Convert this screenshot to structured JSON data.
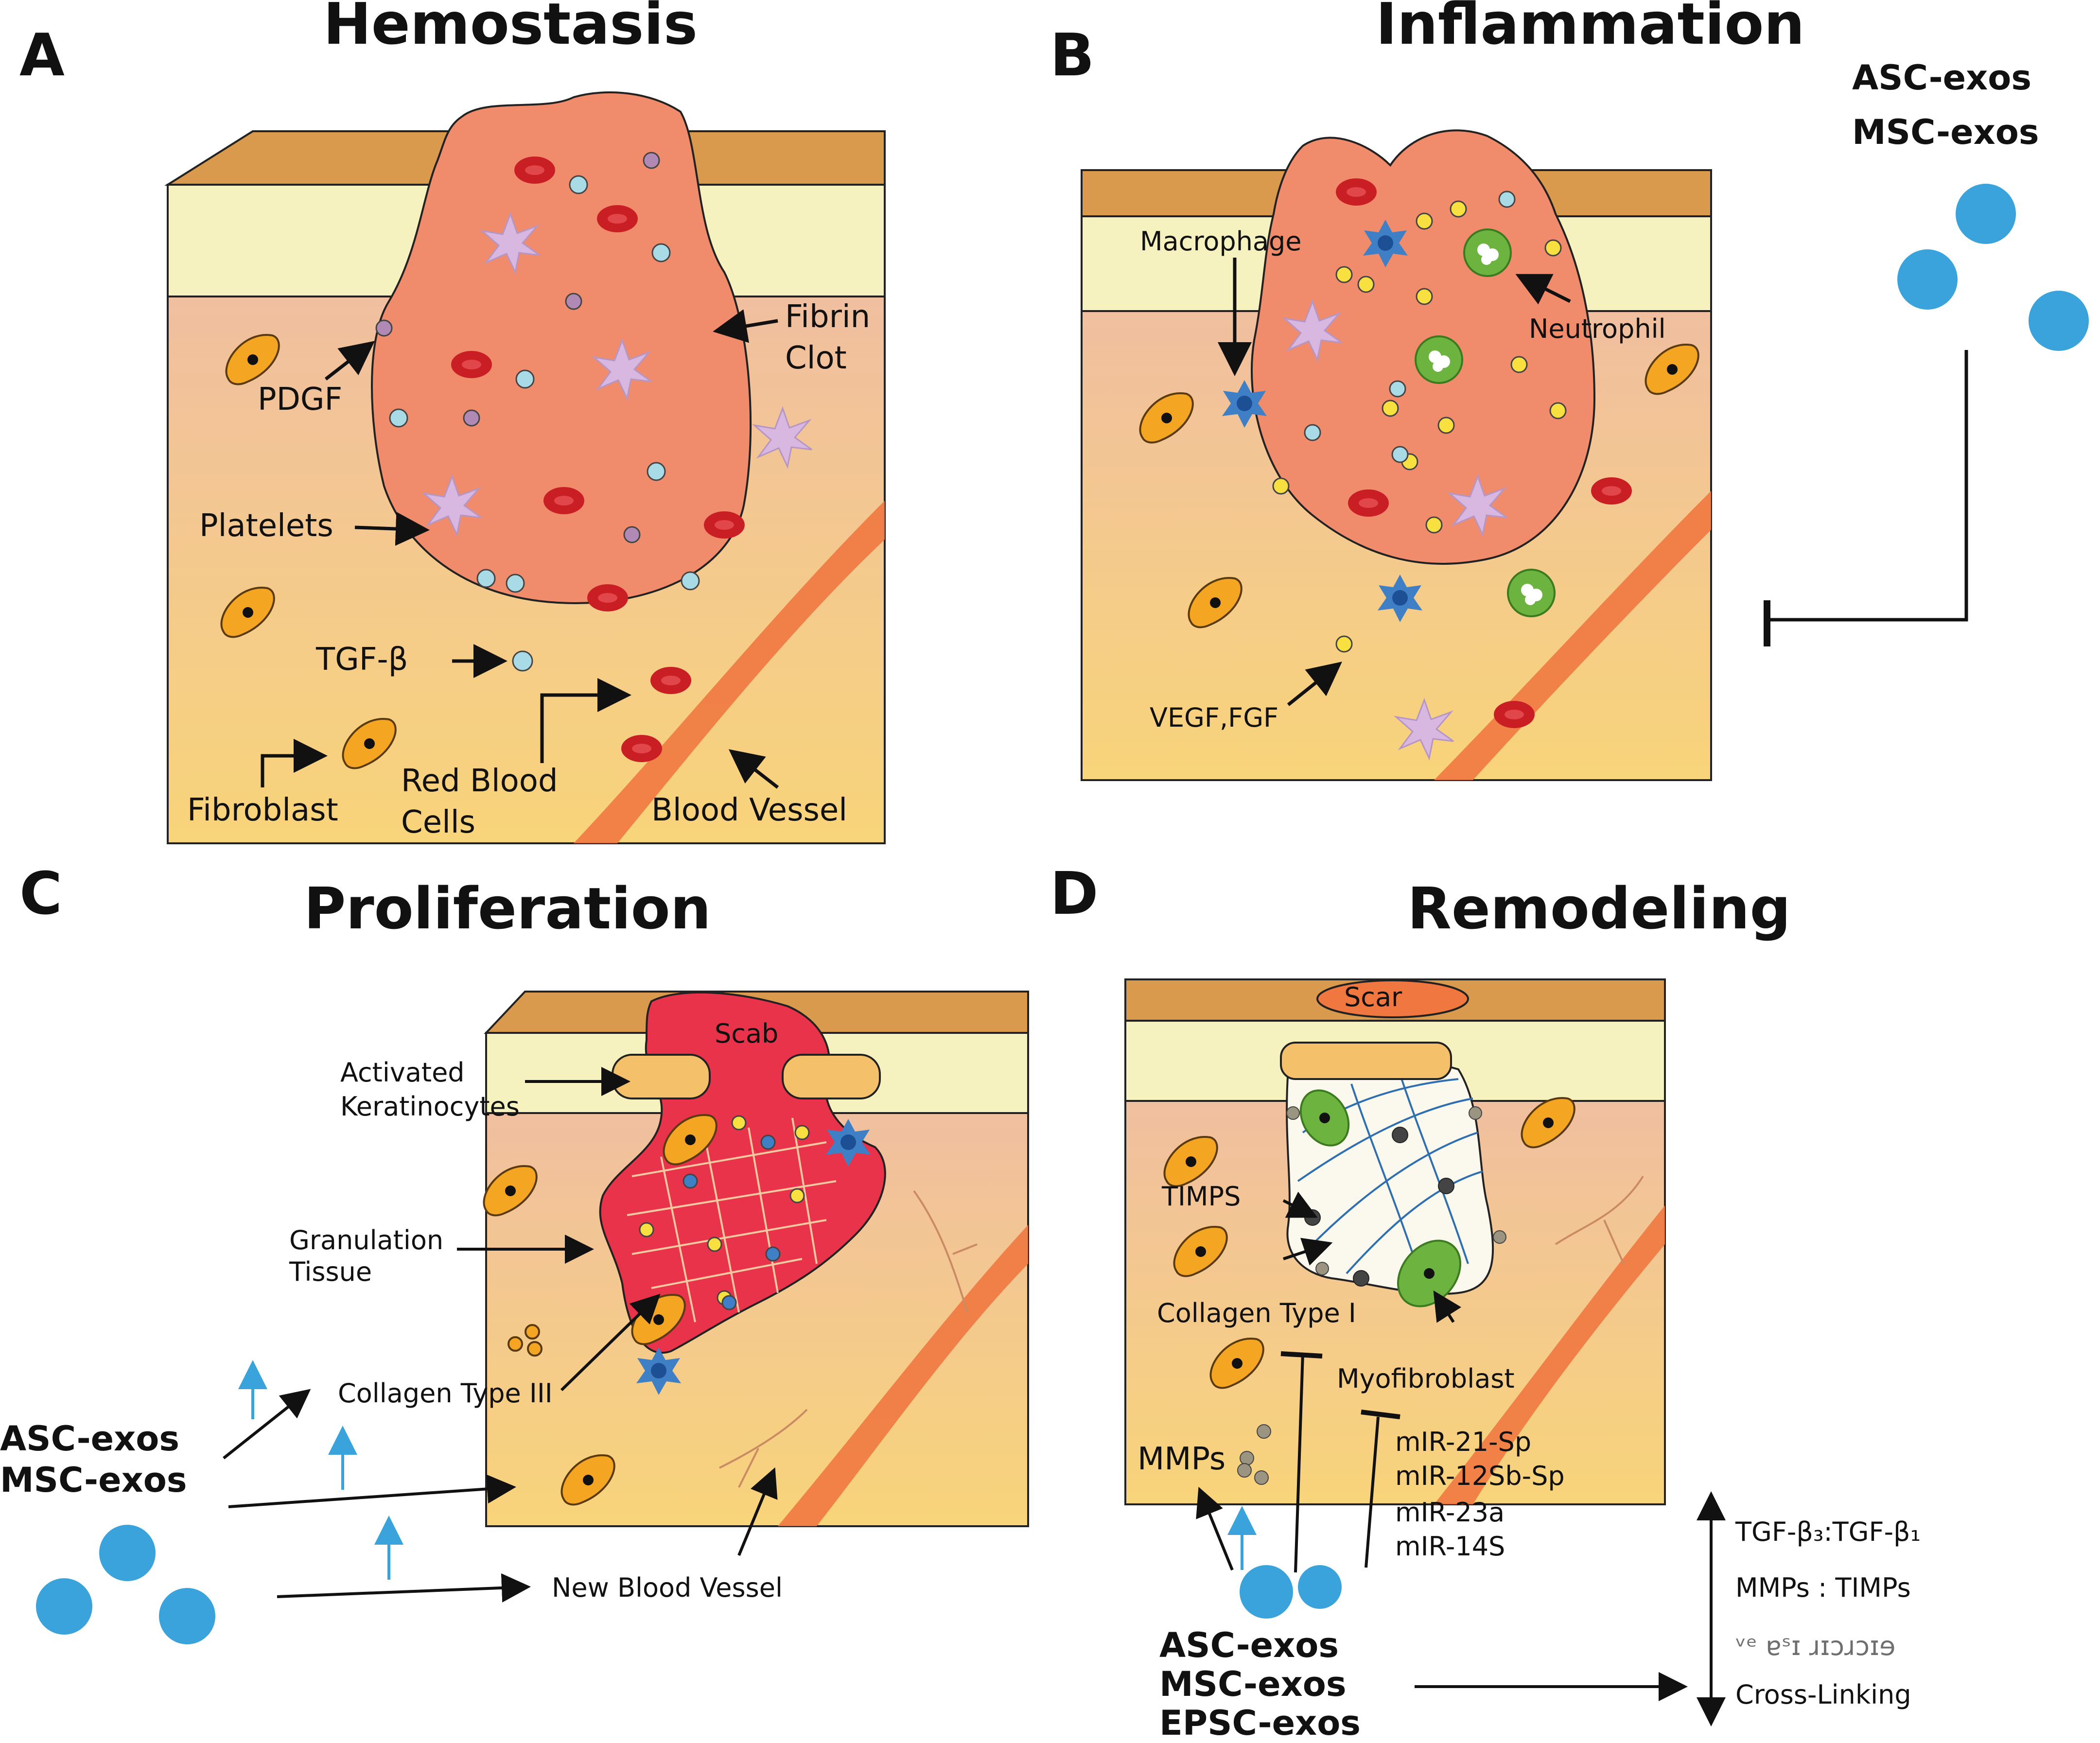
{
  "figure": {
    "panels": [
      {
        "letter": "A",
        "title": "Hemostasis",
        "labels": {
          "fibrin_clot": [
            "Fibrin",
            "Clot"
          ],
          "pdgf": "PDGF",
          "platelets": "Platelets",
          "tgf_beta": "TGF-β",
          "fibroblast": "Fibroblast",
          "red_blood_cells": [
            "Red Blood",
            "Cells"
          ],
          "blood_vessel": "Blood Vessel"
        }
      },
      {
        "letter": "B",
        "title": "Inflammation",
        "labels": {
          "macrophage": "Macrophage",
          "neutrophil": "Neutrophil",
          "vegf_fgf": "VEGF,FGF"
        },
        "exosomes": [
          "ASC-exos",
          "MSC-exos"
        ]
      },
      {
        "letter": "C",
        "title": "Proliferation",
        "labels": {
          "scab": "Scab",
          "activated_keratinocytes": [
            "Activated",
            "Keratinocytes"
          ],
          "granulation_tissue": [
            "Granulation",
            "Tissue"
          ],
          "collagen_type_iii": "Collagen Type III",
          "new_blood_vessel": "New Blood Vessel"
        },
        "exosomes": [
          "ASC-exos",
          "MSC-exos"
        ]
      },
      {
        "letter": "D",
        "title": "Remodeling",
        "labels": {
          "scar": "Scar",
          "timps": "TIMPS",
          "collagen_type_i": "Collagen Type I",
          "myofibroblast": "Myofibroblast",
          "mmps": "MMPs",
          "mirnas": [
            "mIR-21-Sp",
            "mIR-12Sb-Sp",
            "mIR-23a",
            "mIR-14S"
          ]
        },
        "exosomes": [
          "ASC-exos",
          "MSC-exos",
          "EPSC-exos"
        ],
        "effects": [
          "TGF-β₃:TGF-β₁",
          "MMPs : TIMPs",
          "ᵛᵉ ɐˢɪ ɹɪɔɹɔɪɘ",
          "Cross-Linking"
        ]
      }
    ]
  },
  "colors": {
    "skin_top": "#d99a4e",
    "epidermis": "#f6f2c0",
    "dermis_top": "#f0bfa0",
    "dermis_bottom": "#f8d47a",
    "clot": "#f08c6c",
    "scab": "#e8334a",
    "exosome": "#3aa3dc",
    "rbc": "#c81e24",
    "fibroblast": "#f4a623",
    "platelet": "#d8b8e0",
    "macrophage": "#3f7fc6",
    "neutrophil": "#6db33f",
    "vessel": "#f07840",
    "up_arrow": "#3aa3dc"
  }
}
